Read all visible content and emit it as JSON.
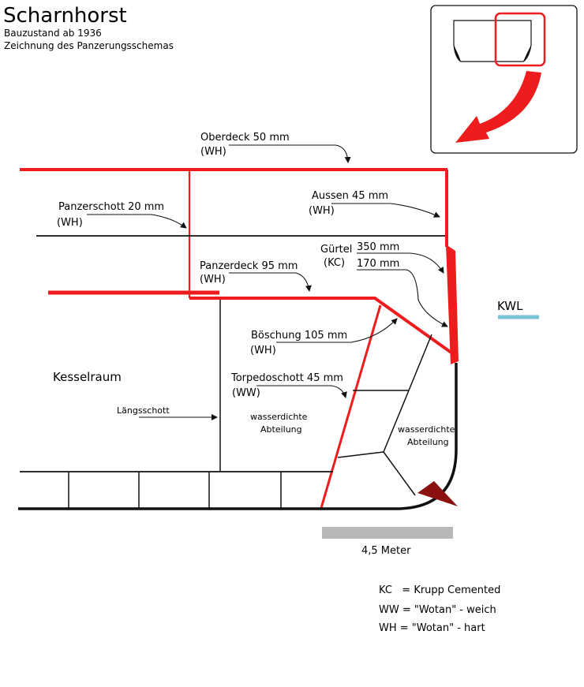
{
  "title": "Scharnhorst",
  "subtitle_1": "Bauzustand ab 1936",
  "subtitle_2": "Zeichnung des Panzerungsschemas",
  "labels": {
    "oberdeck": "Oberdeck 50 mm",
    "oberdeck_mat": "(WH)",
    "aussen": "Aussen 45 mm",
    "aussen_mat": "(WH)",
    "panzerschott": "Panzerschott 20 mm",
    "panzerschott_mat": "(WH)",
    "guertel": "Gürtel",
    "guertel_mat": "(KC)",
    "guertel_upper": "350 mm",
    "guertel_lower": "170 mm",
    "panzerdeck": "Panzerdeck 95 mm",
    "panzerdeck_mat": "(WH)",
    "kwl": "KWL",
    "boeschung": "Böschung 105 mm",
    "boeschung_mat": "(WH)",
    "kesselraum": "Kesselraum",
    "torpedoschott": "Torpedoschott 45 mm",
    "torpedoschott_mat": "(WW)",
    "laengsschott": "Längsschott",
    "wasserdichte_1_line1": "wasserdichte",
    "wasserdichte_1_line2": "Abteilung",
    "wasserdichte_2_line1": "wasserdichte",
    "wasserdichte_2_line2": "Abteilung"
  },
  "scale_label": "4,5 Meter",
  "legend": [
    "KC   = Krupp Cemented",
    "WW = \"Wotan\" - weich",
    "WH = \"Wotan\" - hart"
  ],
  "colors": {
    "armor": "#ee1c1c",
    "hull": "#111111",
    "waterline": "#79c3d6",
    "scale_bar": "#b8b8b8",
    "bilge_keel": "#8b1010",
    "inset_arrow": "#ee1c1c"
  },
  "icons": {
    "inset": "hull-overview-icon",
    "inset_arrow": "curved-arrow-icon"
  }
}
